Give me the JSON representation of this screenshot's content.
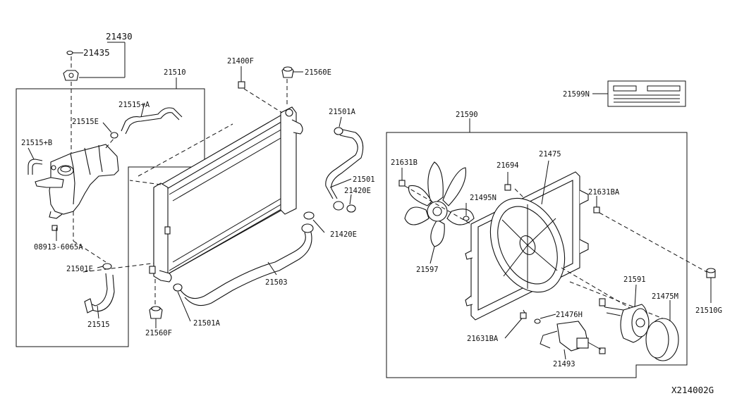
{
  "diagram_id": "X214002G",
  "labels": {
    "p21430": "21430",
    "p21435": "21435",
    "p21510": "21510",
    "p21515A": "21515+A",
    "p21515E": "21515E",
    "p21515B": "21515+B",
    "p08913": "08913-6065A",
    "p21501E": "21501E",
    "p21515": "21515",
    "p21400F": "21400F",
    "p21560E": "21560E",
    "p21501A_top": "21501A",
    "p21501": "21501",
    "p21420E_top": "21420E",
    "p21420E_mid": "21420E",
    "p21503": "21503",
    "p21560F": "21560F",
    "p21501A_bot": "21501A",
    "p21599N": "21599N",
    "p21590": "21590",
    "p21631B": "21631B",
    "p21694": "21694",
    "p21475": "21475",
    "p21495N": "21495N",
    "p21631BA_top": "21631BA",
    "p21597": "21597",
    "p21591": "21591",
    "p21475M": "21475M",
    "p21476H": "21476H",
    "p21631BA_bot": "21631BA",
    "p21493": "21493",
    "p21510G": "21510G"
  }
}
